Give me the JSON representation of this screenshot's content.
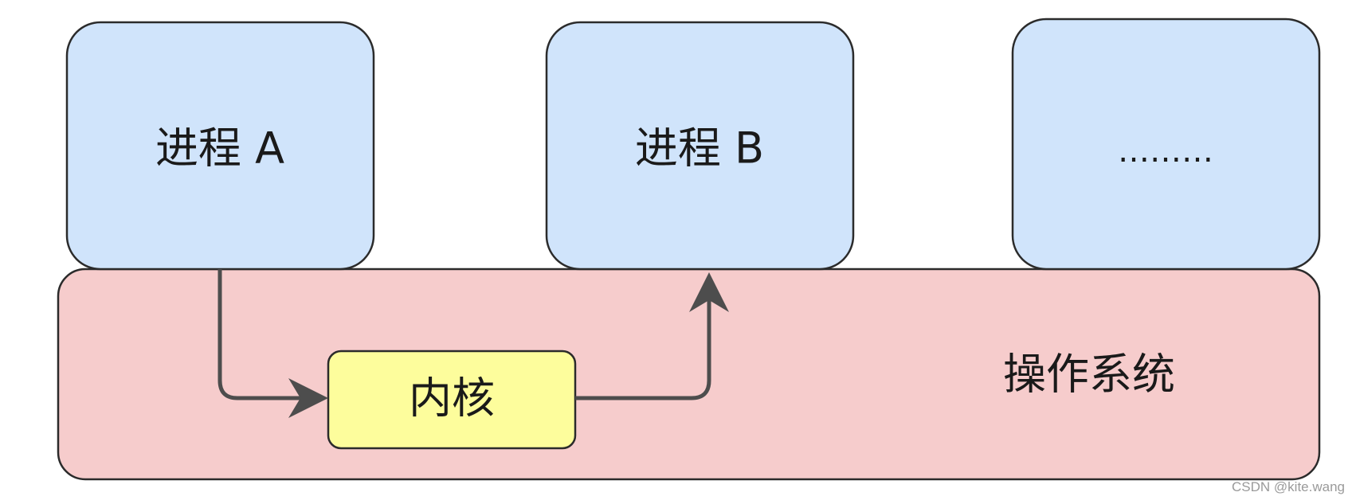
{
  "nodes": {
    "process_a": {
      "label": "进程 A",
      "fill": "#d0e4fb"
    },
    "process_b": {
      "label": "进程 B",
      "fill": "#d0e4fb"
    },
    "more": {
      "label": "………",
      "fill": "#d0e4fb"
    },
    "os": {
      "label": "操作系统",
      "fill": "#f6cccc"
    },
    "kernel": {
      "label": "内核",
      "fill": "#fdfd9c"
    }
  },
  "edges": [
    {
      "from": "process_a",
      "to": "kernel"
    },
    {
      "from": "kernel",
      "to": "process_b"
    }
  ],
  "colors": {
    "border": "#2b2b2b",
    "arrow": "#4d4d4d"
  },
  "watermark": "CSDN @kite.wang"
}
